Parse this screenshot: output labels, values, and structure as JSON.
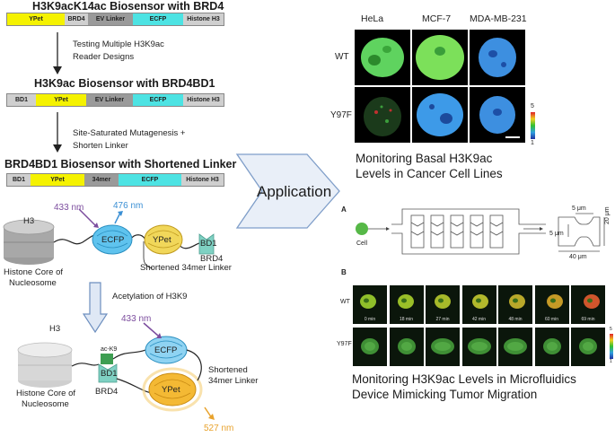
{
  "left": {
    "title1": "H3K9acK14ac Biosensor with BRD4",
    "bar1": [
      "YPet",
      "BRD4",
      "EV Linker",
      "ECFP",
      "Histone H3"
    ],
    "step1_line1": "Testing Multiple H3K9ac",
    "step1_line2": "Reader Designs",
    "title2": "H3K9ac Biosensor with BRD4BD1",
    "bar2": [
      "BD1",
      "YPet",
      "EV Linker",
      "ECFP",
      "Histone H3"
    ],
    "step2_line1": "Site-Saturated Mutagenesis +",
    "step2_line2": "Shorten Linker",
    "title3": "BRD4BD1 Biosensor with Shortened Linker",
    "bar3": [
      "BD1",
      "YPet",
      "34mer",
      "ECFP",
      "Histone H3"
    ],
    "top_diagram": {
      "wl_433": "433 nm",
      "wl_476": "476 nm",
      "h3": "H3",
      "ecfp": "ECFP",
      "ypet": "YPet",
      "bd1": "BD1",
      "brd4": "BRD4",
      "linker": "Shortened 34mer Linker",
      "histone_line1": "Histone Core of",
      "histone_line2": "Nucleosome"
    },
    "acetylation": "Acetylation of H3K9",
    "bottom_diagram": {
      "h3": "H3",
      "wl_433": "433 nm",
      "ack9": "ac-K9",
      "ecfp": "ECFP",
      "bd1": "BD1",
      "brd4": "BRD4",
      "ypet": "YPet",
      "linker_line1": "Shortened",
      "linker_line2": "34mer Linker",
      "histone_line1": "Histone Core of",
      "histone_line2": "Nucleosome",
      "wl_527": "527 nm"
    }
  },
  "application": "Application",
  "cells": {
    "columns": [
      "HeLa",
      "MCF-7",
      "MDA-MB-231"
    ],
    "rows": [
      "WT",
      "Y97F"
    ],
    "scale_max": "5",
    "scale_min": "1",
    "caption_line1": "Monitoring Basal H3K9ac",
    "caption_line2": "Levels in Cancer Cell Lines"
  },
  "microfluidics": {
    "panel_a": "A",
    "cell_label": "Cell",
    "dim_5um_top": "5 μm",
    "dim_5um_left": "5 μm",
    "dim_20um": "20 μm",
    "dim_40um": "40 μm",
    "panel_b": "B",
    "rows": [
      "WT",
      "Y97F"
    ],
    "times": [
      "0 min",
      "18 min",
      "27 min",
      "42 min",
      "48 min",
      "60 min",
      "69 min"
    ],
    "scale_max": "5",
    "scale_min": "1",
    "caption_line1": "Monitoring H3K9ac Levels in Microfluidics",
    "caption_line2": "Device Mimicking Tumor Migration"
  },
  "colors": {
    "ypet": "#f5f200",
    "ecfp": "#4de3e3",
    "ecfp_protein": "#5fc3ee",
    "ypet_protein": "#f4b934",
    "bd1": "#7fd1c3",
    "wl_433": "#7c4d9e",
    "wl_476": "#3a8fd4",
    "wl_527": "#e8a22c"
  }
}
